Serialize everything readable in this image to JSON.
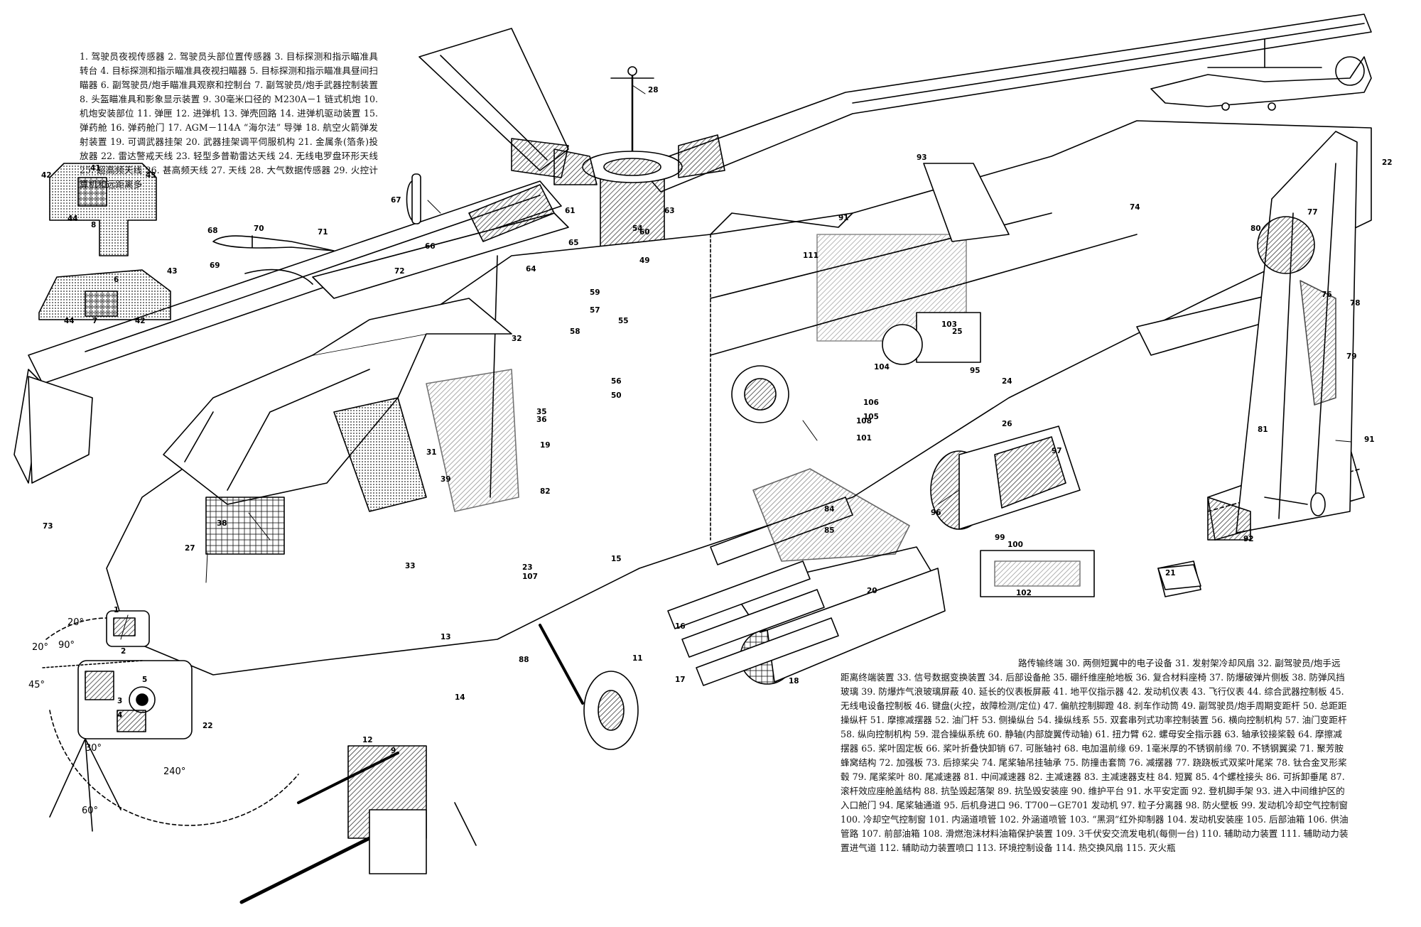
{
  "legend_top": "1. 驾驶员夜视传感器 2. 驾驶员头部位置传感器 3. 目标探测和指示瞄准具转台 4. 目标探测和指示瞄准具夜视扫瞄器 5. 目标探测和指示瞄准具昼间扫瞄器 6. 副驾驶员/炮手瞄准具观察和控制台 7. 副驾驶员/炮手武器控制装置 8. 头盔瞄准具和影象显示装置 9. 30毫米口径的 M230A－1 链式机炮 10. 机炮安装部位 11. 弹匣 12. 进弹机 13. 弹壳回路 14. 进弹机驱动装置 15. 弹药舱 16. 弹药舱门 17. AGM－114A “海尔法” 导弹 18. 航空火箭弹发射装置 19. 可调武器挂架 20. 武器挂架调平伺服机构 21. 金属条(箔条)投放器 22. 雷达警戒天线 23. 轻型多普勒雷达天线 24. 无线电罗盘环形天线 25. 超高频天线 26. 甚高频天线 27. 天线 28. 大气数据传感器 29. 火控计算机和远距离多",
  "legend_bottom": "路传输终端 30. 两侧短翼中的电子设备 31. 发射架冷却风扇 32. 副驾驶员/炮手远距离终端装置 33. 信号数据变换装置 34. 后部设备舱 35. 硼纤维座舱地板 36. 复合材料座椅 37. 防爆破弹片侧板 38. 防弹风挡玻璃 39. 防爆炸气浪玻璃屏蔽 40. 延长的仪表板屏蔽 41. 地平仪指示器 42. 发动机仪表 43. 飞行仪表 44. 综合武器控制板 45. 无线电设备控制板 46. 键盘(火控，故障检测/定位) 47. 偏航控制脚蹬 48. 刹车作动筒 49. 副驾驶员/炮手周期变距杆 50. 总距距操纵杆 51. 摩擦减摆器 52. 油门杆 53. 侧操纵台 54. 操纵线系 55. 双套串列式功率控制装置 56. 横向控制机构 57. 油门变距杆 58. 纵向控制机构 59. 混合操纵系统 60. 静轴(内部旋翼传动轴) 61. 扭力臂 62. 螺母安全指示器 63. 轴承铰接桨毂 64. 摩擦减摆器 65. 桨叶固定板 66. 桨叶折叠快卸销 67. 可胀轴衬 68. 电加温前缘 69. 1毫米厚的不锈钢前缘 70. 不锈钢翼梁 71. 聚芳胺蜂窝结构 72. 加强板 73. 后掠桨尖 74. 尾桨轴吊挂轴承 75. 防撞击套筒 76. 减摆器 77. 跷跷板式双桨叶尾桨 78. 钛合金叉形桨毂 79. 尾桨桨叶 80. 尾减速器 81. 中间减速器 82. 主减速器 83. 主减速器支柱 84. 短翼 85. 4个螺栓接头 86. 可拆卸垂尾 87. 滚杆效应座舱盖结构 88. 抗坠毁起落架 89. 抗坠毁安装座 90. 维护平台 91. 水平安定面 92. 登机脚手架 93. 进入中间维护区的入口舱门 94. 尾桨轴通道 95. 后机身进口 96. T700－GE701 发动机 97. 粒子分离器 98. 防火壁板 99. 发动机冷却空气控制窗 100. 冷却空气控制窗 101. 内涵道喷管 102. 外涵道喷管 103. “黑洞”红外抑制器 104. 发动机安装座 105. 后部油箱 106. 供油管路 107. 前部油箱 108. 滑燃泡沫材料油箱保护装置 109. 3千伏安交流发电机(每侧一台) 110. 辅助动力装置 111. 辅助动力装置进气道 112. 辅助动力装置喷口 113. 环境控制设备 114. 热交换风扇 115. 灭火瓶",
  "angles": {
    "a20_left": "20°",
    "a90": "90°",
    "a45": "45°",
    "a30": "30°",
    "a240": "240°",
    "a60": "60°",
    "a20_up": "20°"
  },
  "callouts": {
    "c1": "1",
    "c2": "2",
    "c3": "3",
    "c4": "4",
    "c5": "5",
    "c6": "6",
    "c7": "7",
    "c8": "8",
    "c9": "9",
    "c11": "11",
    "c12": "12",
    "c13": "13",
    "c14": "14",
    "c15": "15",
    "c16": "16",
    "c17": "17",
    "c18": "18",
    "c19": "19",
    "c20": "20",
    "c21": "21",
    "c22": "22",
    "c22b": "22",
    "c23": "23",
    "c24": "24",
    "c25": "25",
    "c26": "26",
    "c27": "27",
    "c28": "28",
    "c31": "31",
    "c32": "32",
    "c33": "33",
    "c35": "35",
    "c36": "36",
    "c38": "38",
    "c39": "39",
    "c41": "41",
    "c42": "42",
    "c42b": "42",
    "c43": "43",
    "c43b": "43",
    "c44": "44",
    "c44b": "44",
    "c49": "49",
    "c50": "50",
    "c54": "54",
    "c55": "55",
    "c56": "56",
    "c57": "57",
    "c58": "58",
    "c59": "59",
    "c60": "60",
    "c61": "61",
    "c63": "63",
    "c64": "64",
    "c65": "65",
    "c66": "66",
    "c67": "67",
    "c68": "68",
    "c69": "69",
    "c70": "70",
    "c71": "71",
    "c72": "72",
    "c73": "73",
    "c74": "74",
    "c76": "76",
    "c77": "77",
    "c78": "78",
    "c79": "79",
    "c80": "80",
    "c81": "81",
    "c82": "82",
    "c84": "84",
    "c85": "85",
    "c88": "88",
    "c91": "91",
    "c91b": "91",
    "c92": "92",
    "c93": "93",
    "c95": "95",
    "c96": "96",
    "c97": "97",
    "c99": "99",
    "c100": "100",
    "c101": "101",
    "c102": "102",
    "c103": "103",
    "c104": "104",
    "c105": "105",
    "c106": "106",
    "c107": "107",
    "c108": "108",
    "c111": "111"
  },
  "colors": {
    "ink": "#000000",
    "paper": "#ffffff",
    "hatch": "#333333"
  }
}
